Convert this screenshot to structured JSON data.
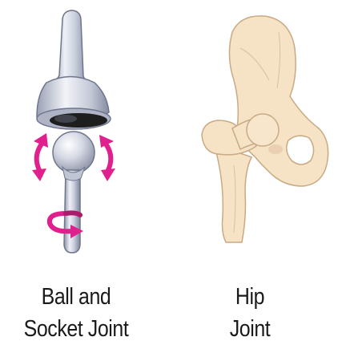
{
  "figure": {
    "left_panel": {
      "caption_line1": "Ball and",
      "caption_line2": "Socket Joint"
    },
    "right_panel": {
      "caption_line1": "Hip",
      "caption_line2": "Joint"
    }
  },
  "colors": {
    "joint_metal_light": "#e6e9f2",
    "joint_metal_mid": "#b9bfd0",
    "joint_metal_dark": "#7d849a",
    "socket_inner": "#1e1e1e",
    "arrow_magenta": "#e0208c",
    "bone_fill": "#f6e2c5",
    "bone_outline": "#c8aa84"
  }
}
